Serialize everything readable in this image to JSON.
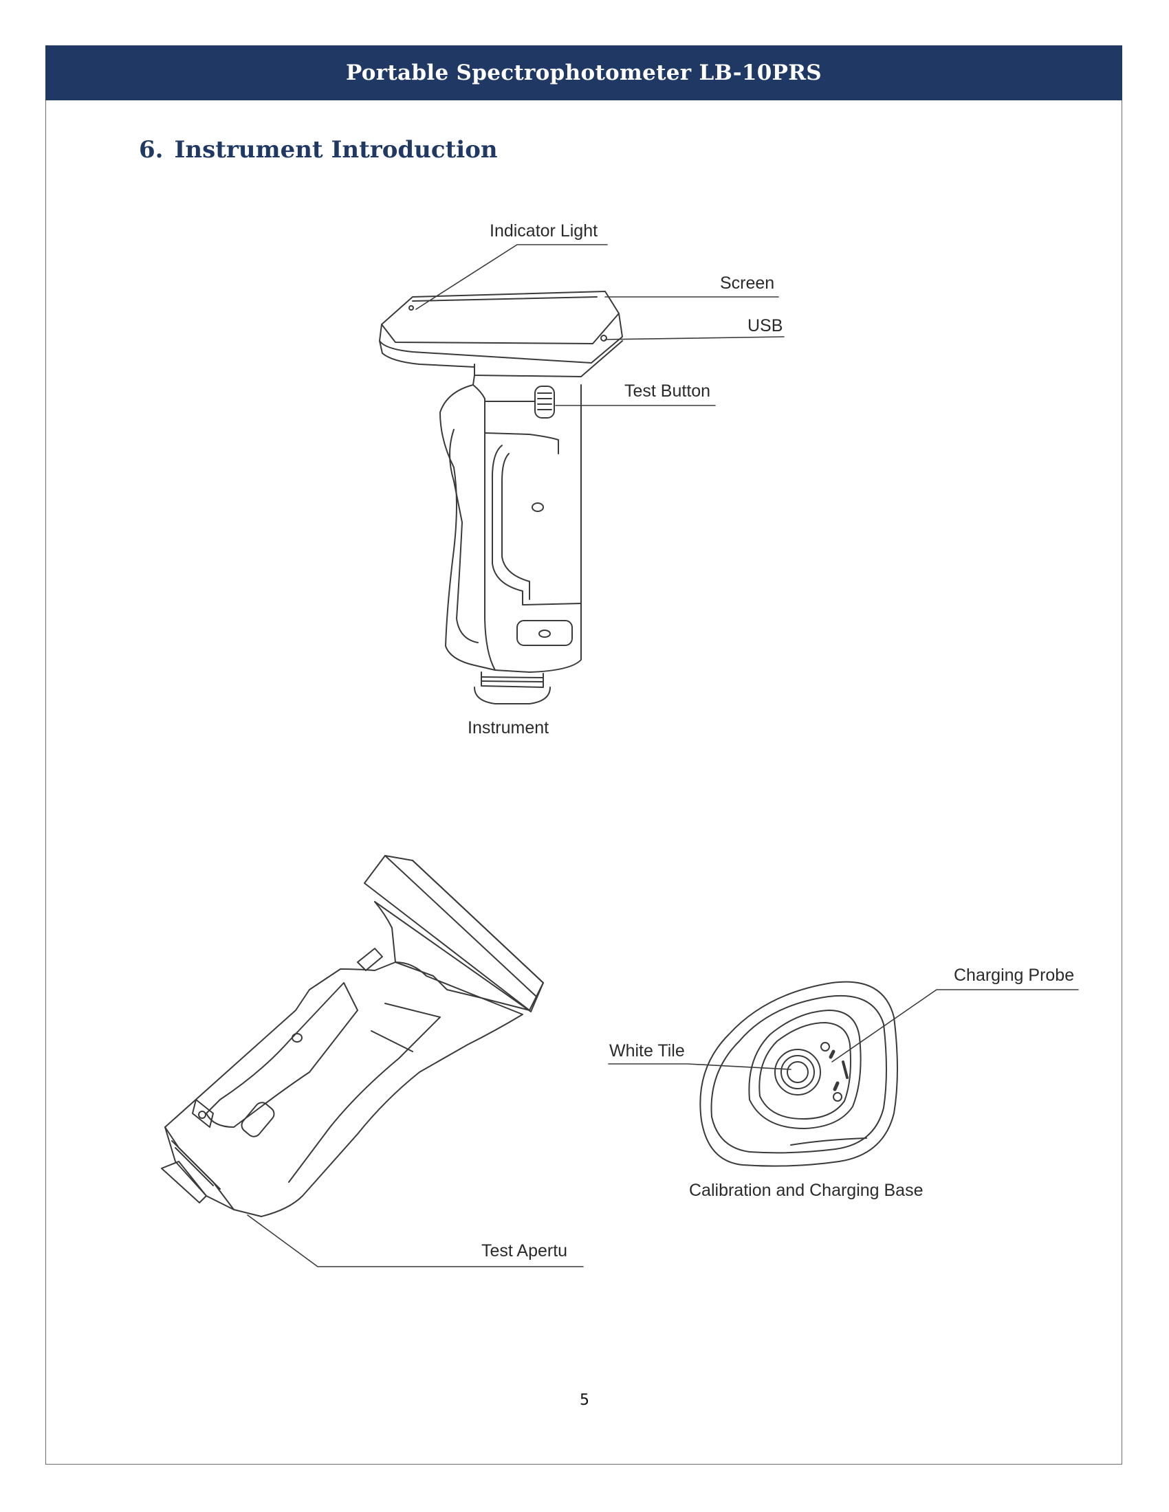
{
  "header": {
    "title": "Portable Spectrophotometer LB-10PRS"
  },
  "section": {
    "number": "6.",
    "title": "Instrument Introduction"
  },
  "figure_top": {
    "labels": {
      "indicator_light": "Indicator Light",
      "screen": "Screen",
      "usb": "USB",
      "test_button": "Test Button"
    },
    "caption": "Instrument"
  },
  "figure_bottom_left": {
    "labels": {
      "test_aperture": "Test Apertu"
    }
  },
  "figure_bottom_right": {
    "labels": {
      "charging_probe": "Charging Probe",
      "white_tile": "White Tile"
    },
    "caption": "Calibration and Charging Base"
  },
  "footer": {
    "page_number": "5"
  }
}
